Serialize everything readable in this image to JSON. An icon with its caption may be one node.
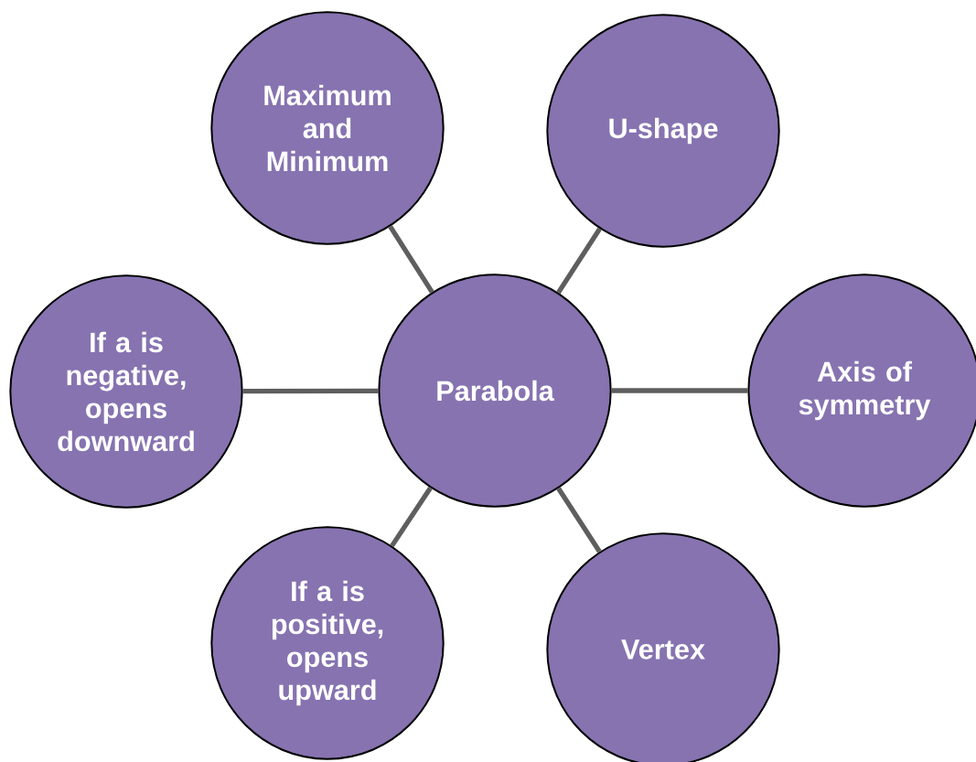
{
  "diagram": {
    "nodes": [
      {
        "text": [
          "Maximum and Minimum"
        ]
      },
      {
        "text": [
          "U-shape"
        ]
      },
      {
        "text": [
          "If a is negative, opens downward"
        ]
      },
      {
        "text": [
          "Parabola"
        ]
      },
      {
        "text": [
          "Axis of symmetry"
        ]
      },
      {
        "text": [
          "If a is positive, opens upward"
        ]
      },
      {
        "text": [
          "Vertex"
        ]
      }
    ],
    "edges": [
      {
        "from": 3,
        "to": 0,
        "arrow": "none"
      },
      {
        "from": 3,
        "to": 1,
        "arrow": "none"
      },
      {
        "from": 3,
        "to": 2,
        "arrow": "none"
      },
      {
        "from": 3,
        "to": 4,
        "arrow": "none"
      },
      {
        "from": 3,
        "to": 5,
        "arrow": "none"
      },
      {
        "from": 3,
        "to": 6,
        "arrow": "none"
      }
    ]
  }
}
